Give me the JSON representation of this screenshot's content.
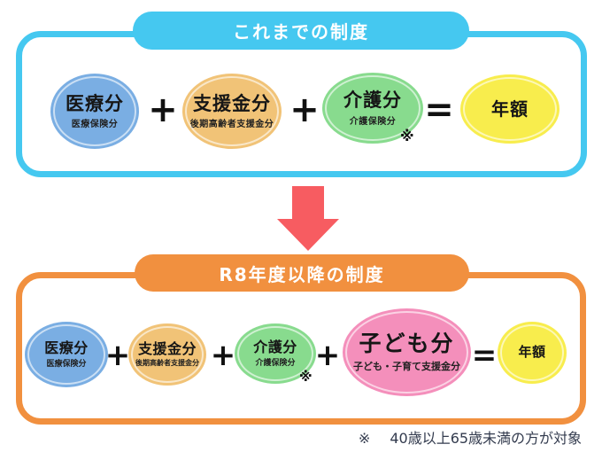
{
  "before": {
    "title": "これまでの制度",
    "accent_color": "#45C8F0",
    "items": [
      {
        "label": "医療分",
        "sublabel": "医療保険分",
        "color": "#7AAEE3"
      },
      {
        "label": "支援金分",
        "sublabel": "後期高齢者支援金分",
        "color": "#F1C377"
      },
      {
        "label": "介護分",
        "sublabel": "介護保険分",
        "color": "#88DB8E",
        "note_mark": "※"
      },
      {
        "label": "年額",
        "color": "#F8ED4D"
      }
    ],
    "operators": [
      "+",
      "+",
      "="
    ]
  },
  "after": {
    "title": "R8年度以降の制度",
    "accent_color": "#F1903F",
    "items": [
      {
        "label": "医療分",
        "sublabel": "医療保険分",
        "color": "#7AAEE3"
      },
      {
        "label": "支援金分",
        "sublabel": "後期高齢者支援金分",
        "color": "#F1C377"
      },
      {
        "label": "介護分",
        "sublabel": "介護保険分",
        "color": "#88DB8E",
        "note_mark": "※"
      },
      {
        "label": "子ども分",
        "sublabel": "子ども・子育て支援金分",
        "color": "#F48FBB"
      },
      {
        "label": "年額",
        "color": "#F8ED4D"
      }
    ],
    "operators": [
      "+",
      "+",
      "+",
      "="
    ]
  },
  "arrow": {
    "direction": "down",
    "color": "#F75C61"
  },
  "footnote": {
    "mark": "※",
    "text": "40歳以上65歳未満の方が対象"
  }
}
